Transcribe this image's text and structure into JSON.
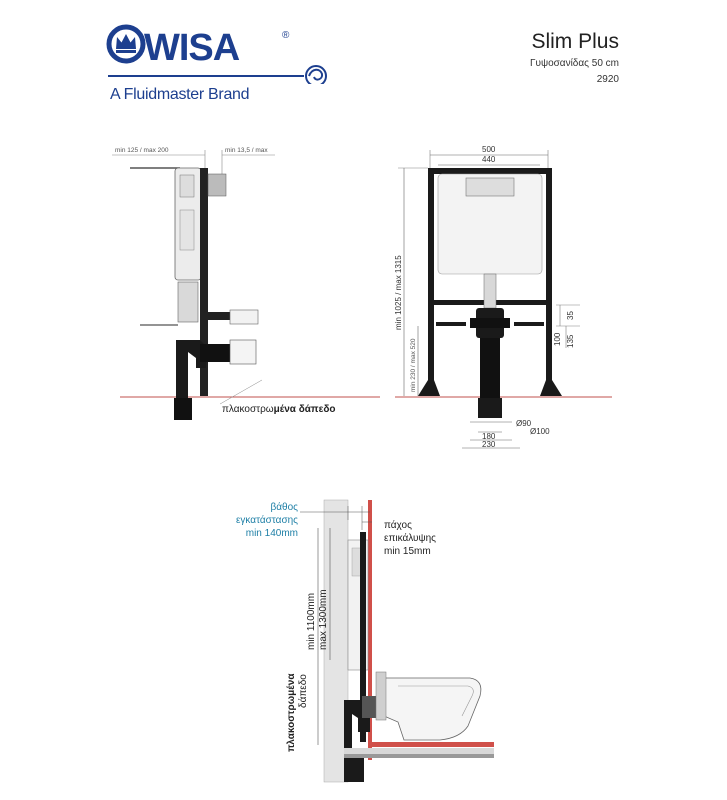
{
  "brand": {
    "name": "WISA",
    "registered": "®",
    "tagline": "A Fluidmaster Brand",
    "color": "#1d3f8f"
  },
  "product": {
    "title": "Slim Plus",
    "subtitle": "Γυψοσανίδας 50 cm",
    "code": "2920"
  },
  "side_view": {
    "dim_top_left": "min 125 / max 200",
    "dim_top_right": "min 13,5 / max",
    "floor_label_a": "πλακοστρω",
    "floor_label_b": "μένα δάπεδο"
  },
  "front_view": {
    "width_outer": "500",
    "width_inner": "440",
    "height_range": "min 1025 / max 1315",
    "lower_range": "min 230 / max 520",
    "dim_35": "35",
    "dim_100": "100",
    "dim_135": "135",
    "pipe_small": "Ø90",
    "pipe_large": "Ø100",
    "bottom_180": "180",
    "bottom_230": "230"
  },
  "installed_view": {
    "depth_label_1": "βάθος",
    "depth_label_2": "εγκατάστασης",
    "depth_label_3": "min 140mm",
    "cover_label_1": "πάχος",
    "cover_label_2": "επικάλυψης",
    "cover_label_3": "min 15mm",
    "height_min": "min 1100mm",
    "height_max": "max 1300mm",
    "floor_1": "πλακοστρωμένα",
    "floor_2": "δάπεδο",
    "accent_color": "#1e7fa6"
  }
}
